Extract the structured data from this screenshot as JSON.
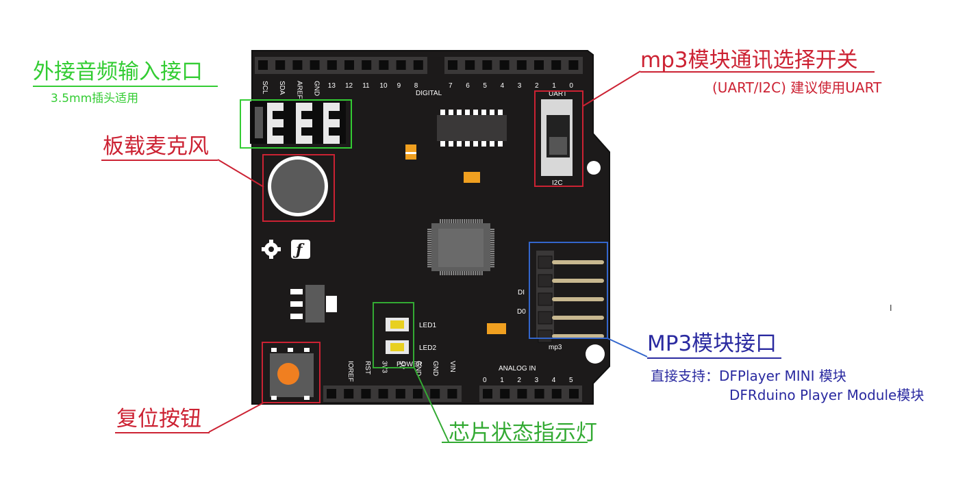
{
  "annotations": {
    "audio_in": {
      "title": "外接音频输入接口",
      "note": "3.5mm插头适用",
      "color": "#33cc33"
    },
    "microphone": {
      "title": "板载麦克风",
      "color": "#cc2233"
    },
    "reset": {
      "title": "复位按钮",
      "color": "#cc2233"
    },
    "mp3_switch": {
      "title": "mp3模块通讯选择开关",
      "note": "(UART/I2C) 建议使用UART",
      "color": "#cc2233"
    },
    "mp3_interface": {
      "title": "MP3模块接口",
      "note_line1": "直接支持：DFPlayer MINI 模块",
      "note_line2": "DFRduino Player Module模块",
      "color": "#2a2aa0"
    },
    "status_led": {
      "title": "芯片状态指示灯",
      "color": "#33aa33"
    }
  },
  "board": {
    "top_pins_left": [
      "SCL",
      "SDA",
      "AREF",
      "GND",
      "13",
      "12",
      "11",
      "10",
      "9",
      "8"
    ],
    "top_pins_right": [
      "7",
      "6",
      "5",
      "4",
      "3",
      "2",
      "1",
      "0"
    ],
    "digital_label": "DIGITAL",
    "power_pins": [
      "IOREF",
      "RST",
      "3V3",
      "5V",
      "GND",
      "GND",
      "VIN"
    ],
    "power_label": "POWER",
    "analog_label": "ANALOG IN",
    "analog_pins": [
      "0",
      "1",
      "2",
      "3",
      "4",
      "5"
    ],
    "switch_top": "UART",
    "switch_bottom": "I2C",
    "mp3_header_label": "mp3",
    "pin_di": "DI",
    "pin_do": "D0",
    "led1": "LED1",
    "led2": "LED2",
    "logo_glyph": "ƒ"
  },
  "stray_mark": "I"
}
